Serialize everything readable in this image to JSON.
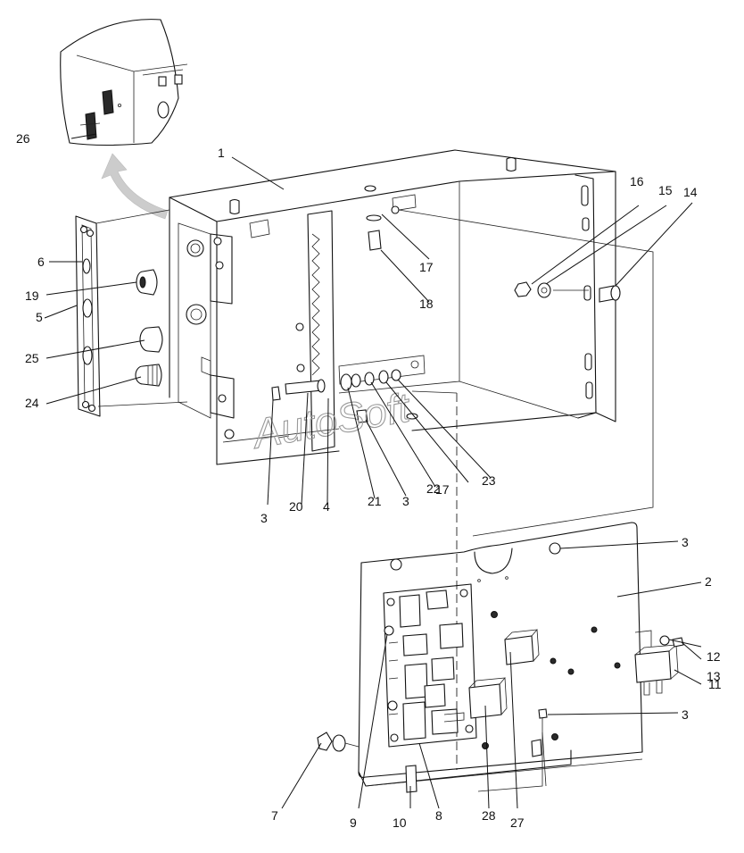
{
  "watermark": "AutoSoft",
  "callouts": {
    "c1": "1",
    "c2": "2",
    "c3a": "3",
    "c3b": "3",
    "c3c": "3",
    "c3d": "3",
    "c4": "4",
    "c5": "5",
    "c6": "6",
    "c7": "7",
    "c8": "8",
    "c9": "9",
    "c10": "10",
    "c11": "11",
    "c12": "12",
    "c13": "13",
    "c14": "14",
    "c15": "15",
    "c16": "16",
    "c17a": "17",
    "c17b": "17",
    "c18": "18",
    "c19": "19",
    "c20": "20",
    "c21": "21",
    "c22": "22",
    "c23": "23",
    "c24": "24",
    "c25": "25",
    "c26": "26",
    "c27": "27",
    "c28": "28"
  },
  "colors": {
    "line": "#111111",
    "watermark": "#9a9a9a",
    "arrow": "#cccccc",
    "background": "#ffffff"
  }
}
